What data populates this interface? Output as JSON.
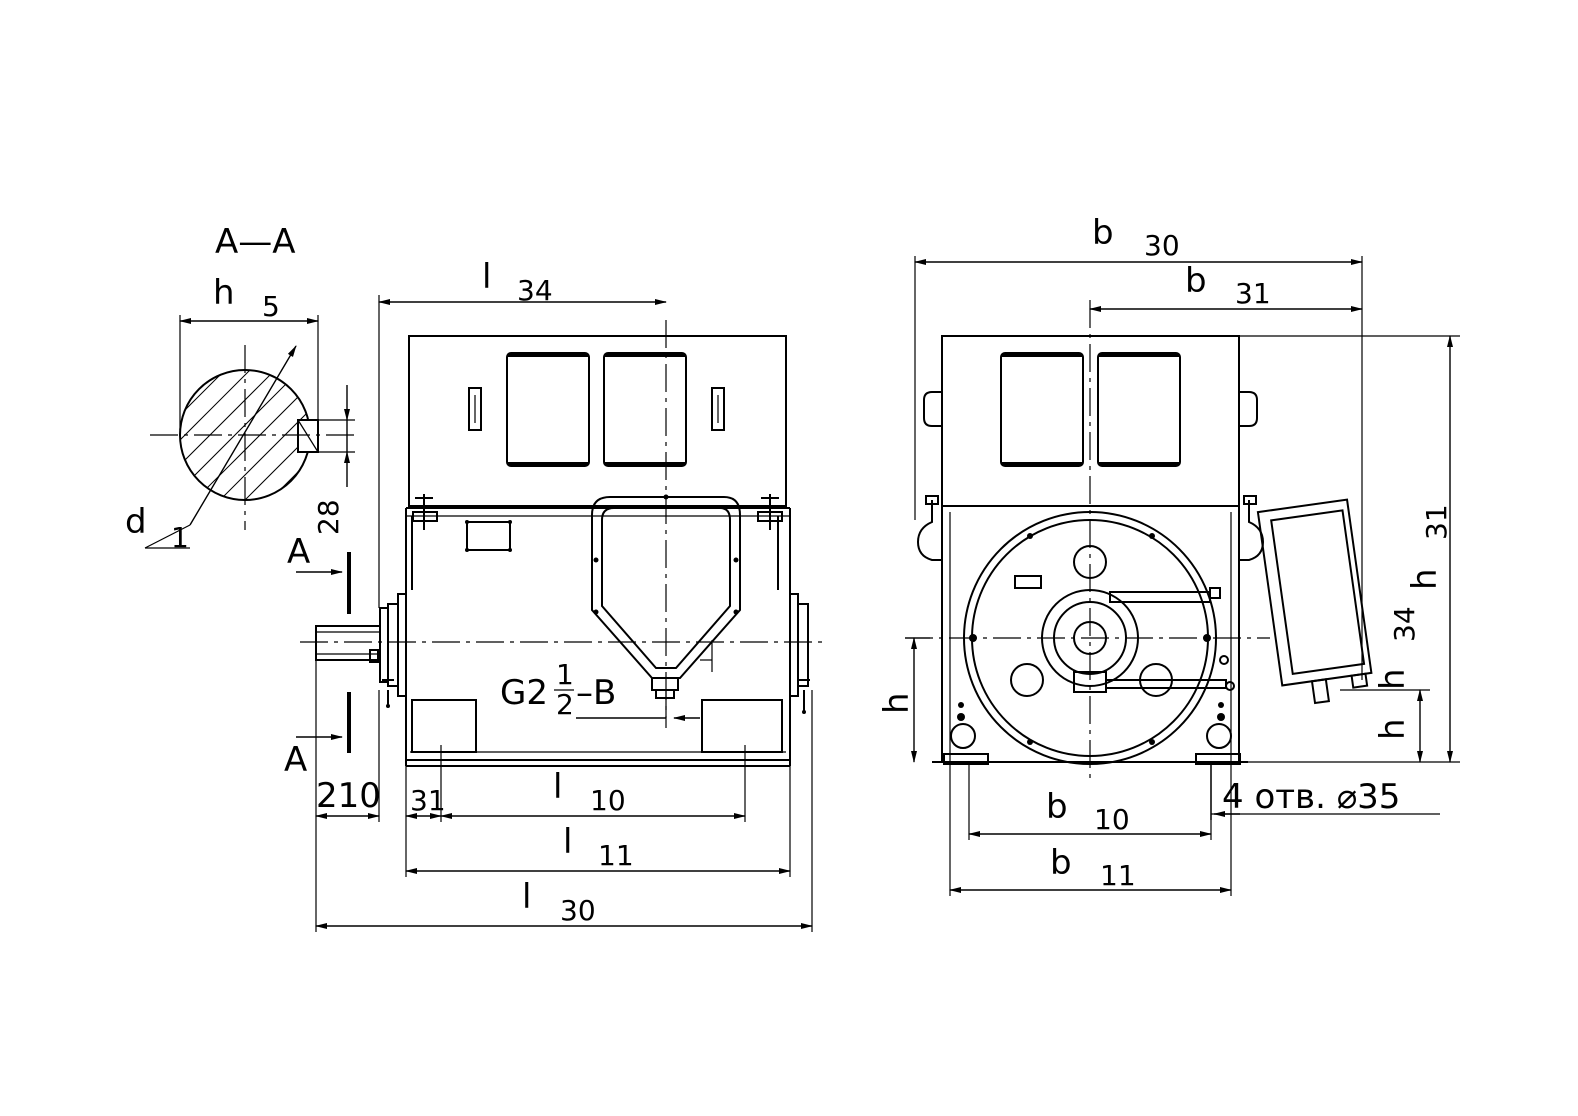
{
  "section": {
    "title": "A—A",
    "arrow_letter": "A"
  },
  "colors": {
    "line": "#000000",
    "background": "#ffffff"
  },
  "dims": {
    "sec_h": {
      "sym": "h",
      "sub": "5"
    },
    "sec_d": {
      "sym": "d",
      "sub": "1"
    },
    "sec_28": "28",
    "side_l34": {
      "sym": "l",
      "sub": "34"
    },
    "side_210": "210",
    "side_31": "31",
    "side_l10": {
      "sym": "l",
      "sub": "10"
    },
    "side_l11": {
      "sym": "l",
      "sub": "11"
    },
    "side_l30": {
      "sym": "l",
      "sub": "30"
    },
    "thread": {
      "main": "G2",
      "num": "1",
      "den": "2",
      "suffix": "–B"
    },
    "end_b30": {
      "sym": "b",
      "sub": "30"
    },
    "end_b31": {
      "sym": "b",
      "sub": "31"
    },
    "end_h31": {
      "sym": "h",
      "sub": "31"
    },
    "end_h34": {
      "sym": "h",
      "sub": "34"
    },
    "end_h_small": {
      "sym": "h"
    },
    "end_h_left": {
      "sym": "h"
    },
    "end_b10": {
      "sym": "b",
      "sub": "10"
    },
    "end_b11": {
      "sym": "b",
      "sub": "11"
    },
    "holes": "4  отв.  ⌀35"
  }
}
